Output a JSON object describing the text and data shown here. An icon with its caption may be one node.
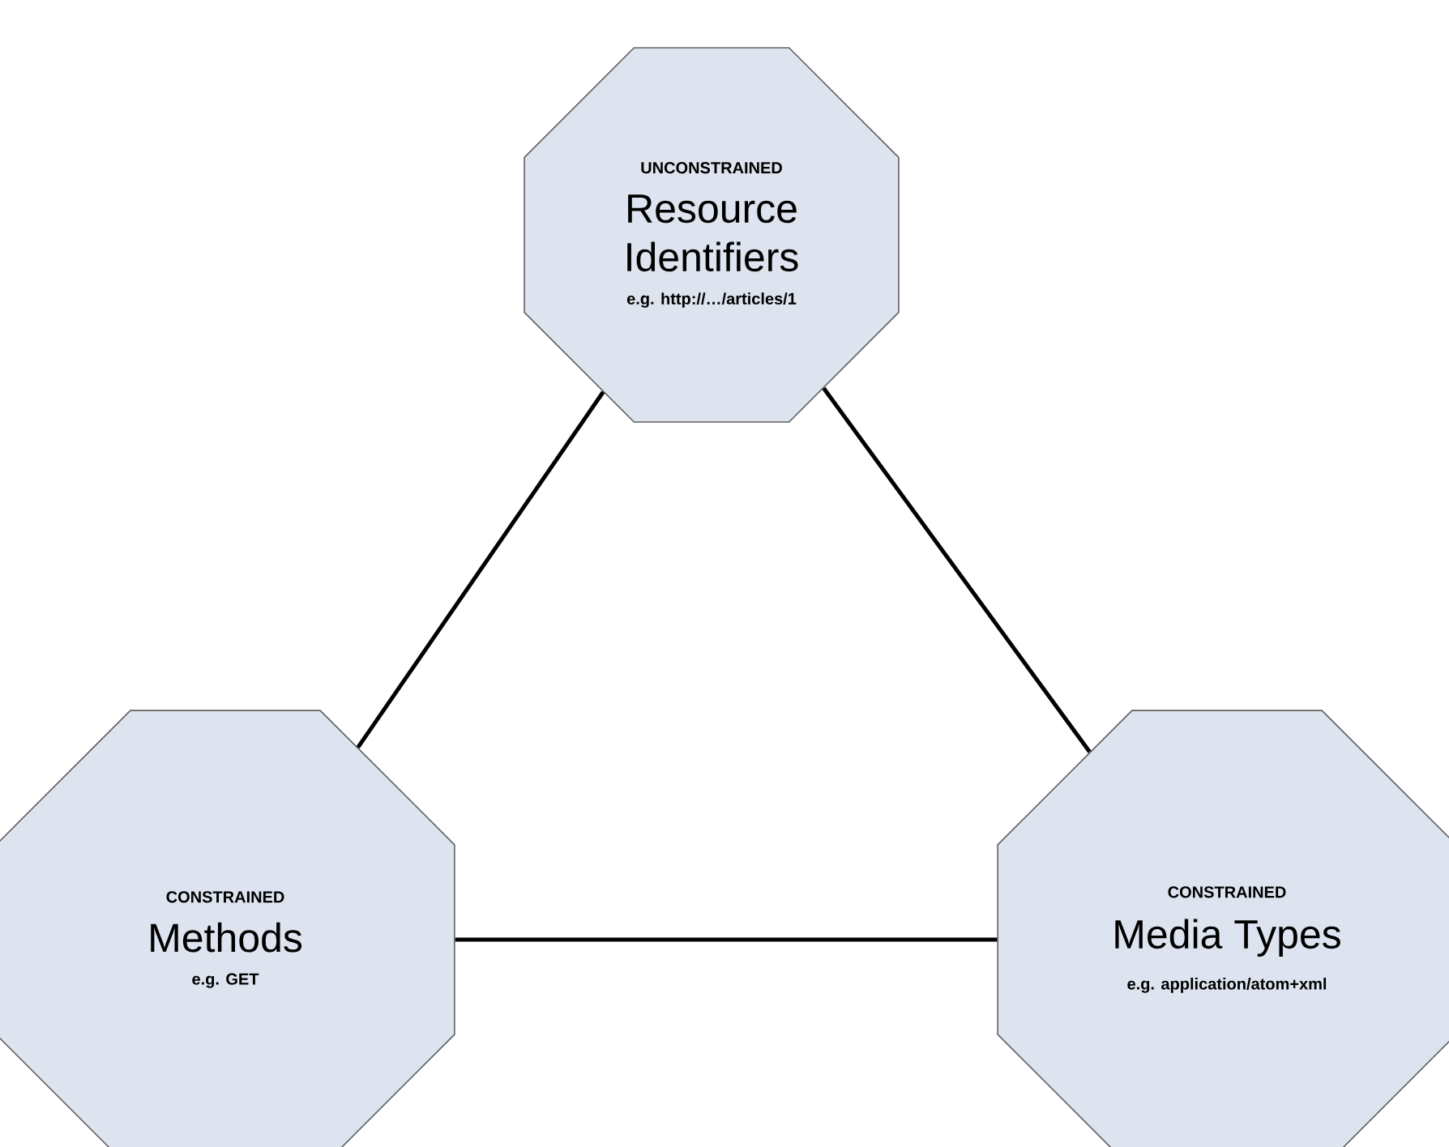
{
  "diagram": {
    "nodes": [
      {
        "text": [
          "UNCONSTRAINED",
          "Resource Identifiers",
          "e.g. http://…/articles/1"
        ]
      },
      {
        "text": [
          "CONSTRAINED",
          "Methods",
          "e.g. GET"
        ]
      },
      {
        "text": [
          "CONSTRAINED",
          "Media Types",
          "e.g. application/atom+xml"
        ]
      }
    ],
    "edges": [
      {
        "from": 0,
        "to": 1,
        "arrow": "none"
      },
      {
        "from": 0,
        "to": 2,
        "arrow": "none"
      },
      {
        "from": 1,
        "to": 2,
        "arrow": "none"
      }
    ]
  }
}
